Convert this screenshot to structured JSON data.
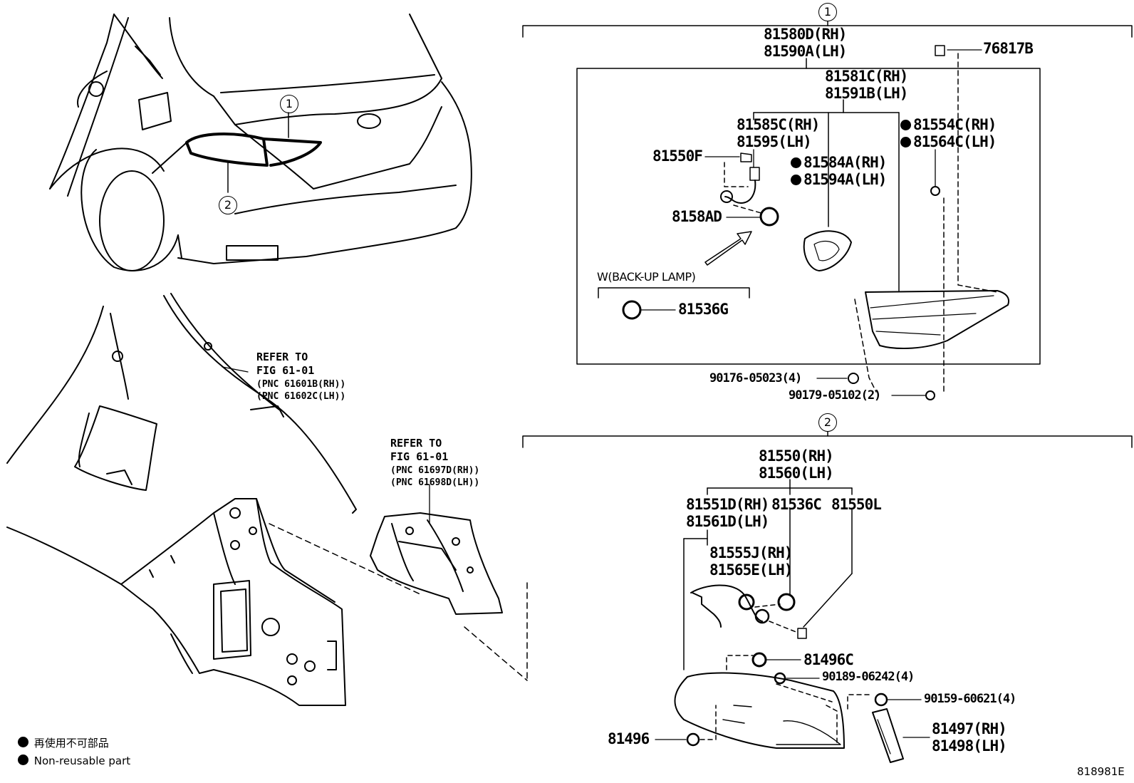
{
  "callouts": {
    "c1": "1",
    "c2": "2"
  },
  "group1": {
    "p81580": "81580D(RH)",
    "p81590": "81590A(LH)",
    "p76817": "76817B",
    "p81581": "81581C(RH)",
    "p81591": "81591B(LH)",
    "p81585": "81585C(RH)",
    "p81595": "81595(LH)",
    "p81554": "81554C(RH)",
    "p81564": "81564C(LH)",
    "p81550f": "81550F",
    "p81584": "81584A(RH)",
    "p81594": "81594A(LH)",
    "p8158ad": "8158AD",
    "lamp_label": "W(BACK-UP LAMP)",
    "p81536g": "81536G",
    "p90176": "90176-05023(4)",
    "p90179": "90179-05102(2)"
  },
  "group2": {
    "p81550": "81550(RH)",
    "p81560": "81560(LH)",
    "p81551": "81551D(RH)",
    "p81536c": "81536C",
    "p81550l": "81550L",
    "p81561": "81561D(LH)",
    "p81555": "81555J(RH)",
    "p81565": "81565E(LH)",
    "p81496c": "81496C",
    "p90189": "90189-06242(4)",
    "p90159": "90159-60621(4)",
    "p81496": "81496",
    "p81497": "81497(RH)",
    "p81498": "81498(LH)"
  },
  "refs": {
    "ref1_title": "REFER TO",
    "ref1_fig": "FIG 61-01",
    "ref1_pnc_rh": "(PNC 61601B(RH))",
    "ref1_pnc_lh": "(PNC 61602C(LH))",
    "ref2_title": "REFER TO",
    "ref2_fig": "FIG 61-01",
    "ref2_pnc_rh": "(PNC 61697D(RH))",
    "ref2_pnc_lh": "(PNC 61698D(LH))"
  },
  "legend": {
    "jp": "再使用不可部品",
    "en": "Non-reusable part"
  },
  "diagram_id": "818981E"
}
